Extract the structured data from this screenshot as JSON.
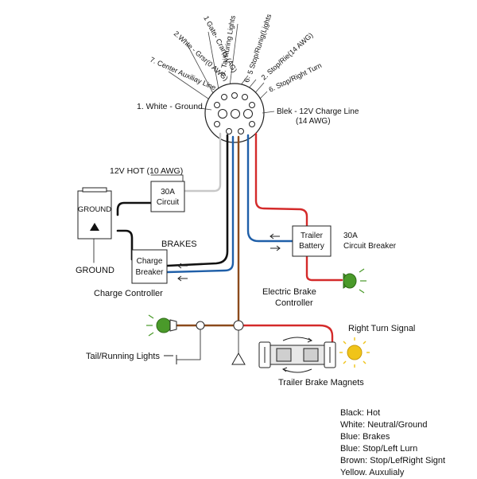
{
  "colors": {
    "black": "#111111",
    "white_wire": "#c8c8c8",
    "blue": "#1f5fa8",
    "red": "#d42a2a",
    "brown": "#8b4a1c",
    "green": "#4a9a2a",
    "yellow": "#f0c419"
  },
  "connector": {
    "pins": [
      {
        "label": "1 Gate- Crar(s (AG)"
      },
      {
        "label": "ó. Tai/Ruring Lights"
      },
      {
        "label": "5 Stop/Runig(Ljghts"
      },
      {
        "label": "2.Whte - Grsr(0 AWG)"
      },
      {
        "label": "6."
      },
      {
        "label": "2. Stop/Rie(14 AWG)"
      },
      {
        "label": "7. Center Auxiliay Line"
      },
      {
        "label": "6. Stop/Right Turn"
      }
    ],
    "pin_left": "1. White - Ground",
    "pin_right_line1": "Blek - 12V Charge Line",
    "pin_right_line2": "(14 AWG)"
  },
  "labels": {
    "hot": "12V HOT (10 AWG)",
    "circuit_line1": "30A",
    "circuit_line2": "Circuit",
    "ground_box": "GROUND",
    "ground_label": "GROUND",
    "brakes": "BRAKES",
    "charge_line1": "Charge",
    "charge_line2": "Breaker",
    "charge_controller": "Charge Controller",
    "battery_line1": "Trailer",
    "battery_line2": "Battery",
    "breaker_line1": "30A",
    "breaker_line2": "Circuit Breaker",
    "ebc_line1": "Electric Brake",
    "ebc_line2": "Controller",
    "right_turn": "Right Turn Signal",
    "tail_running": "Tail/Running Lights",
    "magnets": "Trailer Brake Magnets"
  },
  "legend": [
    {
      "text": "Black: Hot"
    },
    {
      "text": "White: Neutral/Ground"
    },
    {
      "text": "Blue: Brakes"
    },
    {
      "text": "Blue: Stop/Left Lurn"
    },
    {
      "text": "Brown: Stop/LefRight Signt"
    },
    {
      "text": "Yellow. Auxulialy"
    }
  ]
}
